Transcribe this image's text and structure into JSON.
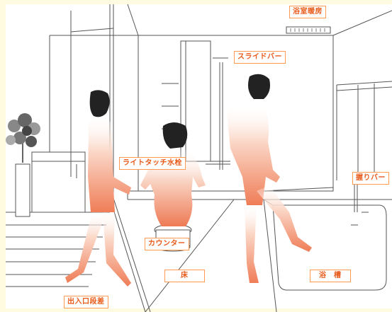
{
  "labels": {
    "heater": "浴室暖房",
    "slide_bar": "スライドバー",
    "faucet": "ライトタッチ水栓",
    "grab_bar": "握りバー",
    "counter": "カウンター",
    "floor": "床",
    "bathtub": "浴　槽",
    "entrance_step": "出入口段差"
  },
  "colors": {
    "background": "#fffbe0",
    "line": "#555555",
    "label_border": "#ff9a52",
    "label_text": "#e85a1a",
    "figure_top": "#ffffff",
    "figure_bottom": "#f07f5a"
  }
}
